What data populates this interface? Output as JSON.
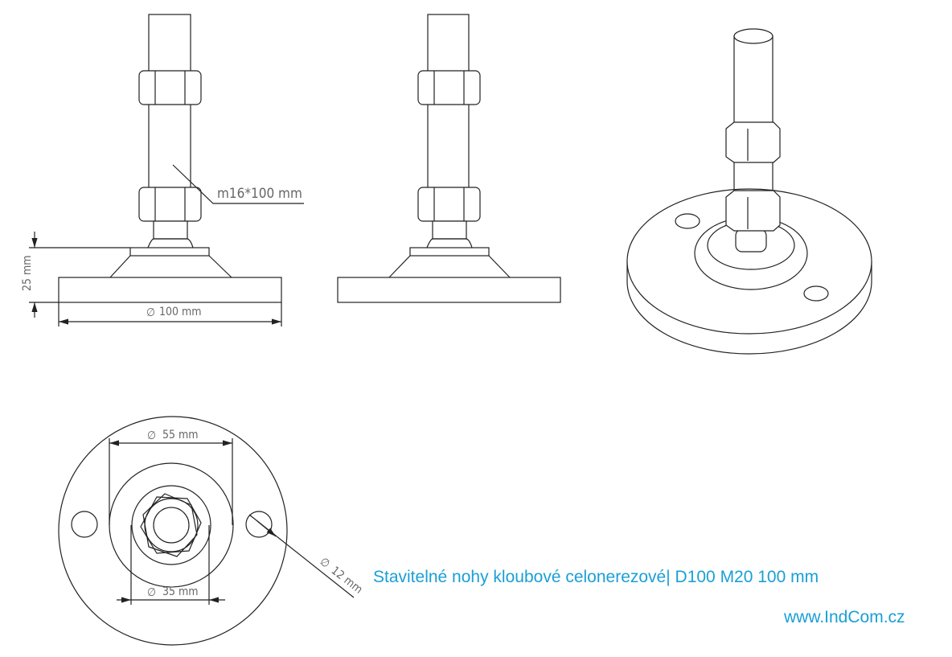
{
  "dimensions": {
    "thread": "m16*100 mm",
    "height": "25 mm",
    "base_diameter": "100 mm",
    "outer_ring_diameter": "55 mm",
    "inner_ring_diameter": "35 mm",
    "hole_diameter": "12 mm",
    "diameter_symbol": "∅"
  },
  "caption": {
    "title": "Stavitelné nohy kloubové celonerezové| D100 M20 100 mm",
    "url": "www.IndCom.cz"
  },
  "colors": {
    "caption": "#1a9fd6",
    "lines": "#222222"
  }
}
